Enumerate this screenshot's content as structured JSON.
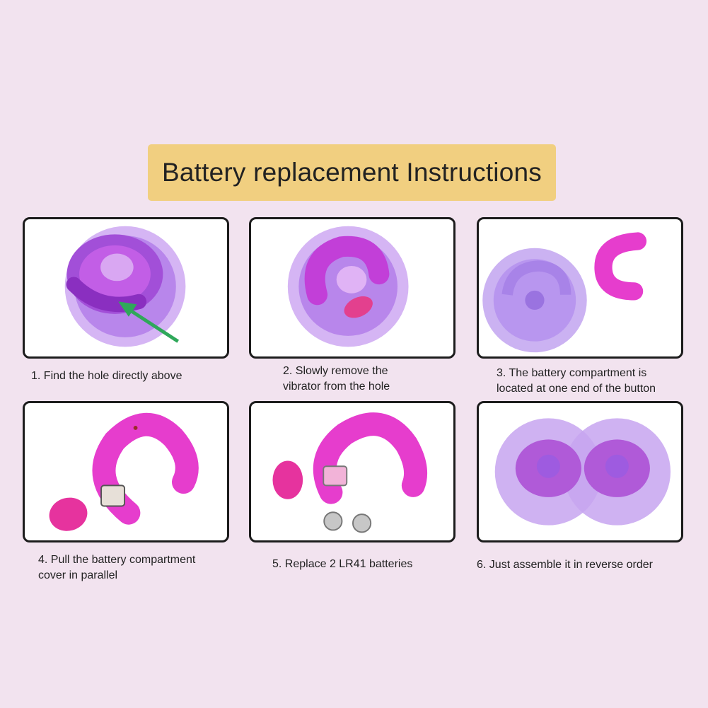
{
  "title": "Battery replacement Instructions",
  "steps": [
    {
      "line1": "1. Find the hole directly above",
      "line2": ""
    },
    {
      "line1": "2. Slowly remove the",
      "line2": "vibrator from the hole"
    },
    {
      "line1": "3. The battery compartment is",
      "line2": "located at one end of the button"
    },
    {
      "line1": "4. Pull the battery compartment",
      "line2": "cover in parallel"
    },
    {
      "line1": "5. Replace 2 LR41 batteries",
      "line2": ""
    },
    {
      "line1": "6. Just assemble it in reverse order",
      "line2": ""
    }
  ],
  "colors": {
    "background": "#f2e3ef",
    "banner": "#f1cf80",
    "purple": "#a070e0",
    "magenta": "#e03fd0",
    "arrow": "#2fa85a"
  }
}
